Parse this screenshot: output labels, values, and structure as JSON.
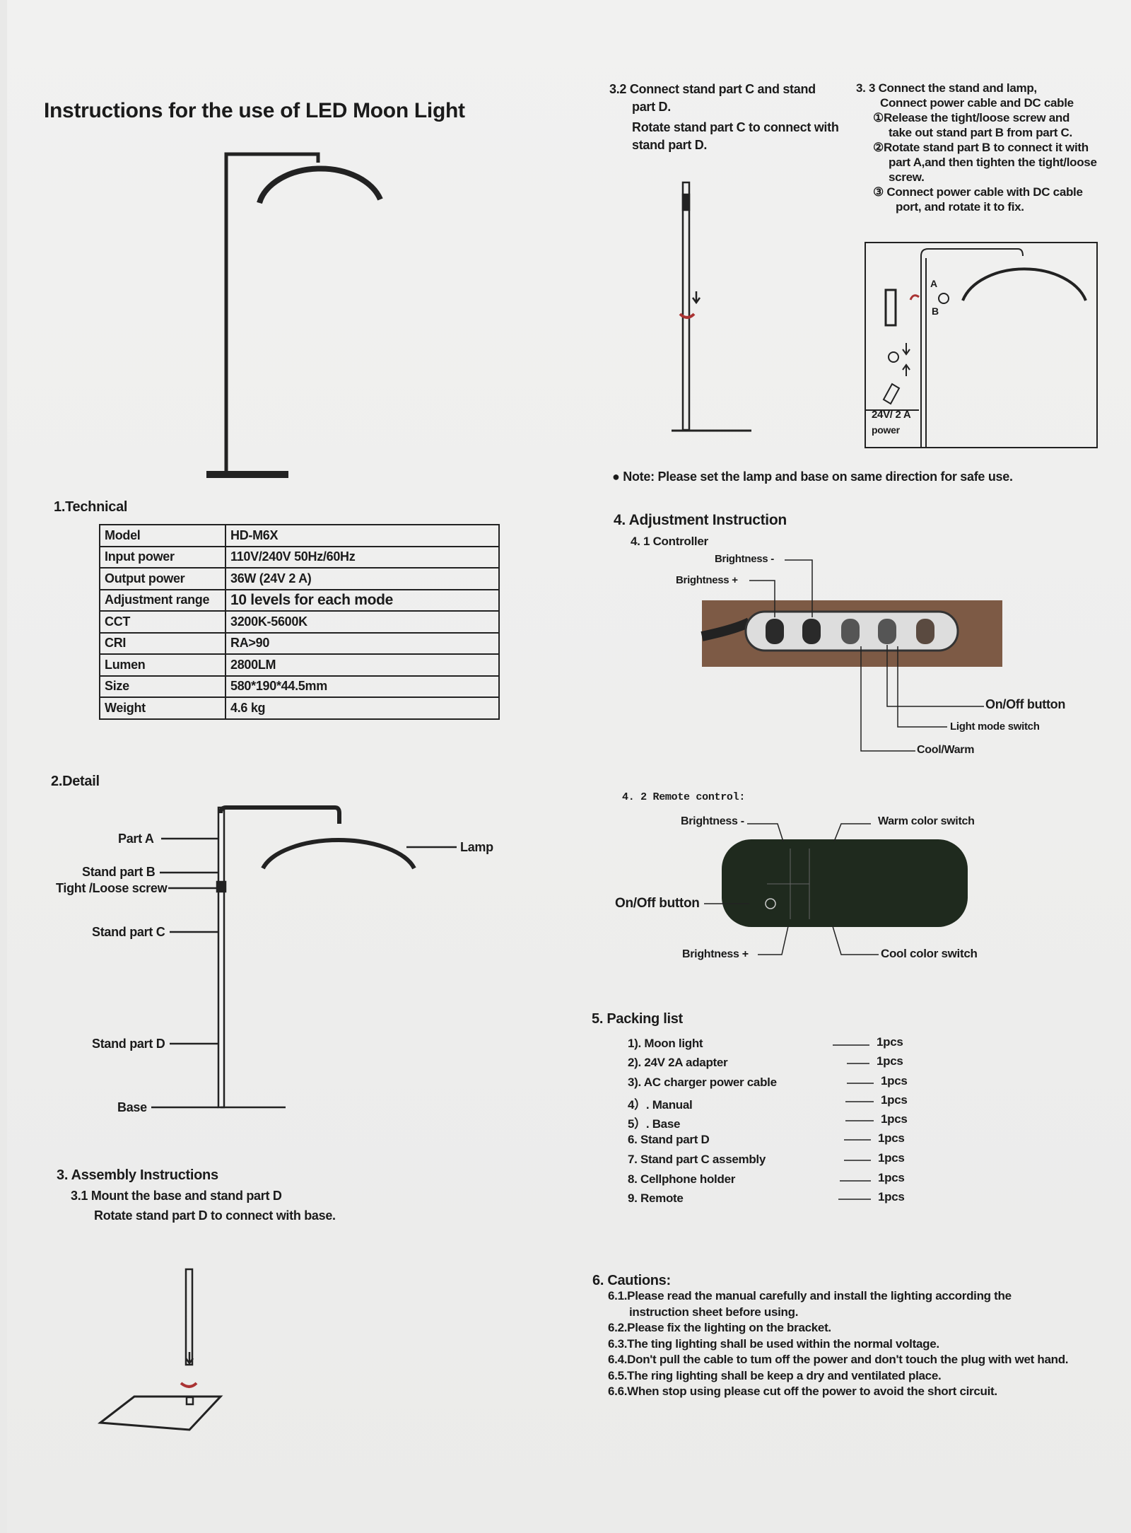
{
  "title": "Instructions for the use of LED Moon Light",
  "technical": {
    "heading": "1.Technical",
    "rows": [
      [
        "Model",
        "HD-M6X"
      ],
      [
        "Input power",
        "110V/240V 50Hz/60Hz"
      ],
      [
        "Output power",
        "36W  (24V   2 A)"
      ],
      [
        "Adjustment range",
        "10 levels for each mode"
      ],
      [
        "CCT",
        "3200K-5600K"
      ],
      [
        "CRI",
        "RA>90"
      ],
      [
        "Lumen",
        "2800LM"
      ],
      [
        "Size",
        "580*190*44.5mm"
      ],
      [
        "Weight",
        "4.6 kg"
      ]
    ]
  },
  "detail": {
    "heading": "2.Detail",
    "part_a": "Part A",
    "stand_b": "Stand part B",
    "screw": "Tight /Loose screw",
    "stand_c": "Stand part C",
    "stand_d": "Stand part D",
    "base": "Base",
    "lamp": "Lamp"
  },
  "assembly": {
    "heading": "3. Assembly Instructions",
    "s31_title": "3.1 Mount the  base and stand part D",
    "s31_text": "Rotate stand part D to connect with base.",
    "s32_l1": "3.2 Connect stand part C and stand",
    "s32_l2": "part  D.",
    "s32_l3": "Rotate stand part C to connect with",
    "s32_l4": "stand part D.",
    "s33_l1": "3. 3 Connect the stand and lamp,",
    "s33_l2": "Connect power cable and DC cable",
    "s33_l3": "①Release  the  tight/loose  screw  and",
    "s33_l4": "take out stand part B from part C.",
    "s33_l5": "②Rotate stand part B to connect it with",
    "s33_l6": "part A,and then tighten the tight/loose",
    "s33_l7": "screw.",
    "s33_l8": "③ Connect power cable with DC cable",
    "s33_l9": "port, and  rotate it to fix.",
    "diagram_a": "A",
    "diagram_b": "B",
    "diagram_power": "24V/   2 A",
    "diagram_power2": "power"
  },
  "note": "● Note: Please  set the lamp and base on same direction for safe use.",
  "adjustment": {
    "heading": "4. Adjustment Instruction",
    "s41": "4. 1  Controller",
    "ctrl_brightness_minus": "Brightness -",
    "ctrl_brightness_plus": "Brightness +",
    "ctrl_onoff": "On/Off button",
    "ctrl_mode": "Light mode switch",
    "ctrl_coolwarm": "Cool/Warm",
    "s42": "4. 2  Remote  control:",
    "rm_brightness_minus": "Brightness -",
    "rm_warm": "Warm color switch",
    "rm_onoff": "On/Off button",
    "rm_brightness_plus": "Brightness +",
    "rm_cool": "Cool color switch"
  },
  "packing": {
    "heading": "5. Packing list",
    "items": [
      [
        "1). Moon  light",
        "1pcs"
      ],
      [
        "2). 24V   2A  adapter",
        "1pcs"
      ],
      [
        "3). AC  charger  power  cable",
        "1pcs"
      ],
      [
        "4）. Manual",
        "1pcs"
      ],
      [
        "5）. Base",
        "1pcs"
      ],
      [
        "6. Stand part D",
        "1pcs"
      ],
      [
        "7. Stand part C  assembly",
        "1pcs"
      ],
      [
        "8. Cellphone  holder",
        "1pcs"
      ],
      [
        "9. Remote",
        "1pcs"
      ]
    ]
  },
  "cautions": {
    "heading": "6. Cautions:",
    "items": [
      "6.1.Please read the manual carefully and install the lighting  according the",
      "instruction sheet before using.",
      "6.2.Please fix the lighting on the bracket.",
      "6.3.The ting lighting shall be used within the normal voltage.",
      "6.4.Don't pull the cable to tum off the power and don't touch the plug with wet hand.",
      "6.5.The ring lighting shall be keep a dry and ventilated place.",
      "6.6.When stop using please cut off the power to avoid the short circuit."
    ]
  }
}
